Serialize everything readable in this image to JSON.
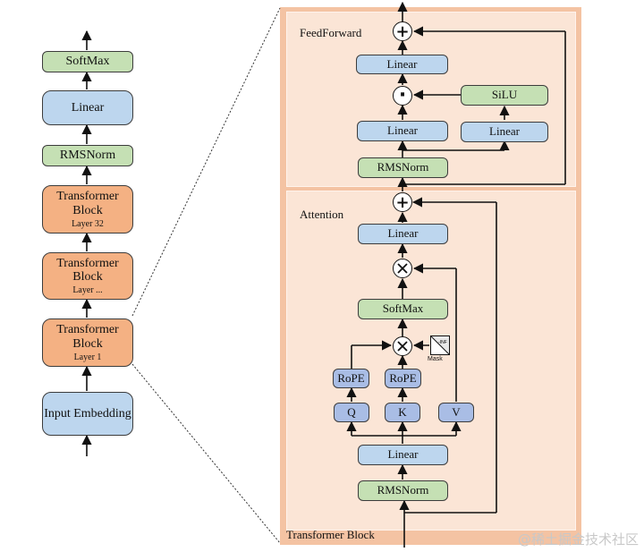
{
  "left_stack": {
    "softmax": "SoftMax",
    "linear": "Linear",
    "rmsnorm": "RMSNorm",
    "blocks": [
      {
        "title": "Transformer Block",
        "sub": "Layer 32"
      },
      {
        "title": "Transformer Block",
        "sub": "Layer ..."
      },
      {
        "title": "Transformer Block",
        "sub": "Layer 1"
      }
    ],
    "embedding": "Input Embedding"
  },
  "transformer_block": {
    "label": "Transformer Block",
    "feedforward": {
      "label": "FeedForward",
      "linear_out": "Linear",
      "silu": "SiLU",
      "linear_left": "Linear",
      "linear_right": "Linear",
      "rmsnorm": "RMSNorm",
      "add_symbol": "+",
      "mul_symbol": "·"
    },
    "attention": {
      "label": "Attention",
      "linear_out": "Linear",
      "softmax": "SoftMax",
      "rope_q": "RoPE",
      "rope_k": "RoPE",
      "q": "Q",
      "k": "K",
      "v": "V",
      "linear_in": "Linear",
      "rmsnorm": "RMSNorm",
      "mask_label": "Mask",
      "mask_value": "-INF",
      "add_symbol": "+"
    }
  },
  "watermark": "@稀土掘金技术社区"
}
